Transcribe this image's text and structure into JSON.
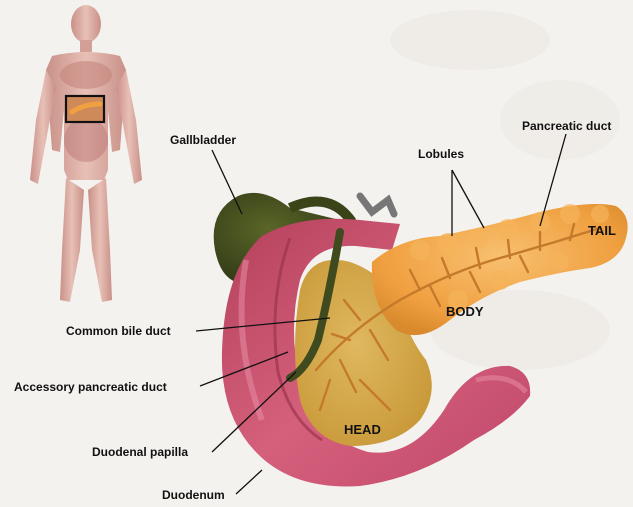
{
  "labels": {
    "gallbladder": "Gallbladder",
    "lobules": "Lobules",
    "pancreatic_duct": "Pancreatic duct",
    "common_bile_duct": "Common bile duct",
    "accessory_pancreatic_duct": "Accessory pancreatic duct",
    "duodenal_papilla": "Duodenal papilla",
    "duodenum": "Duodenum",
    "tail": "TAIL",
    "body": "BODY",
    "head": "HEAD"
  },
  "colors": {
    "background": "#f4f2ee",
    "pancreas": "#f2a44a",
    "duodenum": "#c8506e",
    "gallbladder": "#3f4a1e",
    "body_figure": "#d9a8a0"
  }
}
